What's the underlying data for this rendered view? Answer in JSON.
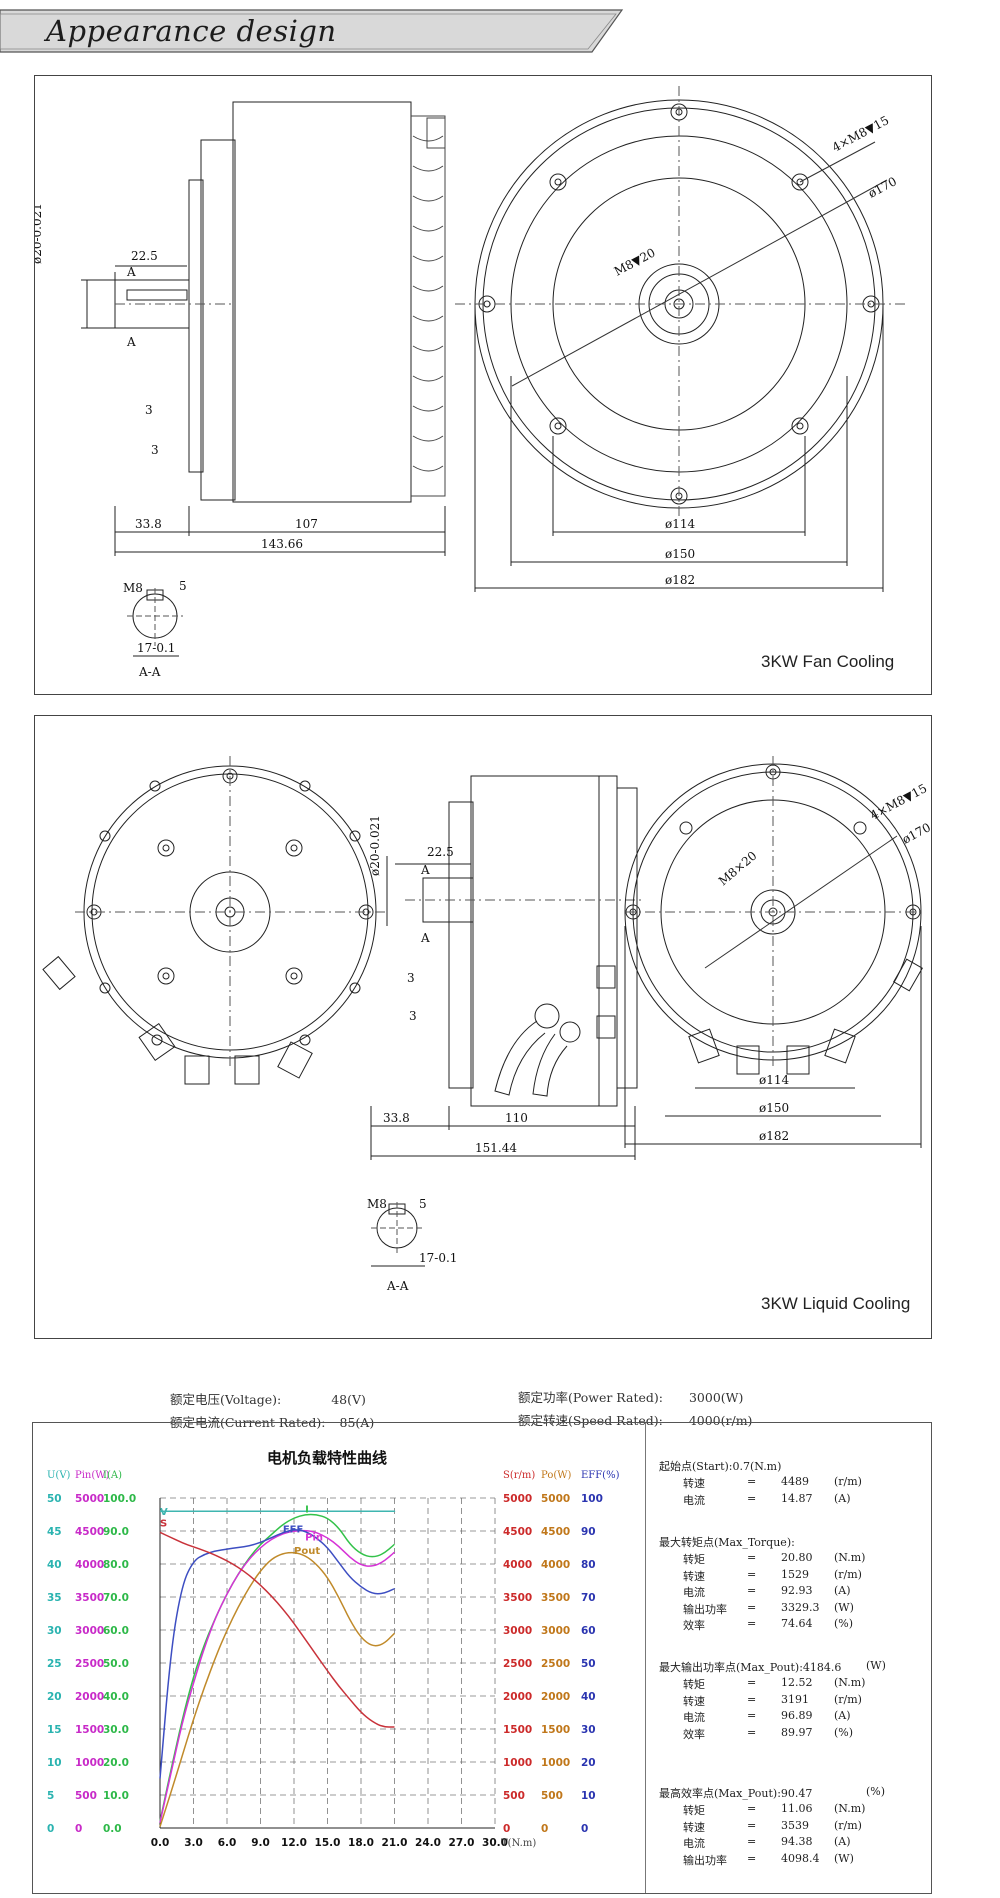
{
  "banner": {
    "title": "Appearance design"
  },
  "panel1": {
    "caption": "3KW Fan Cooling",
    "dims": {
      "shaft_dia": "ø20-0.021",
      "key_len": "22.5",
      "section_mark": "A",
      "step1": "3",
      "step2": "3",
      "shaft_len": "33.8",
      "body_len": "107",
      "total_len": "143.66",
      "key_width": "5",
      "key_thread": "M8",
      "key_depth": "17-0.1",
      "section_label": "A-A",
      "bolt_spec": "4×M8▼15",
      "pcd": "ø170",
      "center_thread": "M8▼20",
      "d114": "ø114",
      "d150": "ø150",
      "d182": "ø182"
    }
  },
  "panel2": {
    "caption": "3KW Liquid Cooling",
    "dims": {
      "shaft_dia": "ø20-0.021",
      "key_len": "22.5",
      "section_mark": "A",
      "step1": "3",
      "step2": "3",
      "shaft_len": "33.8",
      "body_len": "110",
      "total_len": "151.44",
      "key_width": "5",
      "key_thread": "M8",
      "key_depth": "17-0.1",
      "section_label": "A-A",
      "bolt_spec": "4×M8▼15",
      "pcd": "ø170",
      "center_thread": "M8×20",
      "d114": "ø114",
      "d150": "ø150",
      "d182": "ø182"
    }
  },
  "ratings": {
    "voltage_label": "额定电压(Voltage):",
    "voltage_value": "48(V)",
    "current_label": "额定电流(Current Rated):",
    "current_value": "85(A)",
    "power_label": "额定功率(Power Rated):",
    "power_value": "3000(W)",
    "speed_label": "额定转速(Speed Rated):",
    "speed_value": "4000(r/m)"
  },
  "chart_data": {
    "type": "line",
    "title": "电机负载特性曲线",
    "xlabel": "T(N.m)",
    "x_ticks": [
      "0.0",
      "3.0",
      "6.0",
      "9.0",
      "12.0",
      "15.0",
      "18.0",
      "21.0",
      "24.0",
      "27.0",
      "30.0"
    ],
    "xlim": [
      0,
      30
    ],
    "left_axes": {
      "headers": [
        "U(V)",
        "Pin(W)",
        "I(A)"
      ],
      "U": [
        "50",
        "45",
        "40",
        "35",
        "30",
        "25",
        "20",
        "15",
        "10",
        "5",
        "0"
      ],
      "Pin": [
        "5000",
        "4500",
        "4000",
        "3500",
        "3000",
        "2500",
        "2000",
        "1500",
        "1000",
        "500",
        "0"
      ],
      "I": [
        "100.0",
        "90.0",
        "80.0",
        "70.0",
        "60.0",
        "50.0",
        "40.0",
        "30.0",
        "20.0",
        "10.0",
        "0.0"
      ]
    },
    "right_axes": {
      "headers": [
        "S(r/m)",
        "Po(W)",
        "EFF(%)"
      ],
      "S": [
        "5000",
        "4500",
        "4000",
        "3500",
        "3000",
        "2500",
        "2000",
        "1500",
        "1000",
        "500",
        "0"
      ],
      "Po": [
        "5000",
        "4500",
        "4000",
        "3500",
        "3000",
        "2500",
        "2000",
        "1500",
        "1000",
        "500",
        "0"
      ],
      "EFF": [
        "100",
        "90",
        "80",
        "70",
        "60",
        "50",
        "40",
        "30",
        "20",
        "10",
        "0"
      ]
    },
    "series": [
      {
        "name": "V",
        "color": "#3fb6b0",
        "axis_max": 50,
        "x": [
          0,
          21
        ],
        "y": [
          48,
          48
        ]
      },
      {
        "name": "I",
        "color": "#33c24a",
        "axis_max": 100,
        "x": [
          0,
          1,
          2,
          3,
          4,
          5,
          6,
          7,
          8,
          9,
          10,
          11,
          12,
          13,
          14,
          15,
          16,
          17,
          18,
          19,
          20,
          21
        ],
        "y": [
          2,
          18,
          33,
          46,
          56,
          64,
          71,
          77,
          82,
          86,
          89,
          92,
          94,
          95,
          95,
          94,
          91,
          86,
          83,
          82,
          83,
          86
        ]
      },
      {
        "name": "Pin",
        "color": "#d633d6",
        "axis_max": 5000,
        "x": [
          0,
          1,
          2,
          3,
          4,
          5,
          6,
          7,
          8,
          9,
          10,
          11,
          12,
          13,
          14,
          15,
          16,
          17,
          18,
          19,
          20,
          21
        ],
        "y": [
          80,
          850,
          1600,
          2200,
          2750,
          3200,
          3550,
          3850,
          4080,
          4250,
          4380,
          4460,
          4500,
          4510,
          4480,
          4400,
          4270,
          4100,
          3980,
          3960,
          4030,
          4180
        ]
      },
      {
        "name": "EFF",
        "color": "#3d4ec2",
        "axis_max": 100,
        "x": [
          0,
          1,
          2,
          3,
          4,
          5,
          6,
          7,
          8,
          9,
          10,
          11,
          12,
          13,
          14,
          15,
          16,
          17,
          18,
          19,
          20,
          21
        ],
        "y": [
          15,
          55,
          74,
          81,
          83,
          84,
          84.5,
          85,
          85.5,
          86.5,
          88,
          89.5,
          90.5,
          90,
          88,
          85,
          80.5,
          76,
          73,
          71,
          71,
          72.5
        ]
      },
      {
        "name": "Pout",
        "color": "#c08a2a",
        "axis_max": 5000,
        "x": [
          0,
          1,
          2,
          3,
          4,
          5,
          6,
          7,
          8,
          9,
          10,
          11,
          12,
          13,
          14,
          15,
          16,
          17,
          18,
          19,
          20,
          21
        ],
        "y": [
          20,
          550,
          1100,
          1650,
          2150,
          2600,
          3000,
          3350,
          3650,
          3900,
          4080,
          4160,
          4180,
          4130,
          4000,
          3800,
          3500,
          3150,
          2880,
          2750,
          2780,
          2950
        ]
      },
      {
        "name": "S",
        "color": "#c8323a",
        "axis_max": 5000,
        "x": [
          0,
          1,
          2,
          3,
          4,
          5,
          6,
          7,
          8,
          9,
          10,
          11,
          12,
          13,
          14,
          15,
          16,
          17,
          18,
          19,
          20,
          21
        ],
        "y": [
          4480,
          4400,
          4320,
          4260,
          4200,
          4130,
          4050,
          3950,
          3830,
          3680,
          3510,
          3320,
          3100,
          2860,
          2620,
          2380,
          2150,
          1950,
          1750,
          1610,
          1530,
          1530
        ]
      }
    ],
    "grid": true
  },
  "stats": {
    "start_head": "起始点(Start):0.7(N.m)",
    "start_rows": [
      {
        "k": "转速",
        "eq": "=",
        "v": "4489",
        "u": "(r/m)"
      },
      {
        "k": "电流",
        "eq": "=",
        "v": "14.87",
        "u": "(A)"
      }
    ],
    "torque_head": "最大转矩点(Max_Torque):",
    "torque_rows": [
      {
        "k": "转矩",
        "eq": "=",
        "v": "20.80",
        "u": "(N.m)"
      },
      {
        "k": "转速",
        "eq": "=",
        "v": "1529",
        "u": "(r/m)"
      },
      {
        "k": "电流",
        "eq": "=",
        "v": "92.93",
        "u": "(A)"
      },
      {
        "k": "输出功率",
        "eq": "=",
        "v": "3329.3",
        "u": "(W)"
      },
      {
        "k": "效率",
        "eq": "=",
        "v": "74.64",
        "u": "(%)"
      }
    ],
    "pout_head": "最大输出功率点(Max_Pout):4184.6",
    "pout_head_unit": "(W)",
    "pout_rows": [
      {
        "k": "转矩",
        "eq": "=",
        "v": "12.52",
        "u": "(N.m)"
      },
      {
        "k": "转速",
        "eq": "=",
        "v": "3191",
        "u": "(r/m)"
      },
      {
        "k": "电流",
        "eq": "=",
        "v": "96.89",
        "u": "(A)"
      },
      {
        "k": "效率",
        "eq": "=",
        "v": "89.97",
        "u": "(%)"
      }
    ],
    "eff_head": "最高效率点(Max_Pout):90.47",
    "eff_head_unit": "(%)",
    "eff_rows": [
      {
        "k": "转矩",
        "eq": "=",
        "v": "11.06",
        "u": "(N.m)"
      },
      {
        "k": "转速",
        "eq": "=",
        "v": "3539",
        "u": "(r/m)"
      },
      {
        "k": "电流",
        "eq": "=",
        "v": "94.38",
        "u": "(A)"
      },
      {
        "k": "输出功率",
        "eq": "=",
        "v": "4098.4",
        "u": "(W)"
      }
    ]
  }
}
